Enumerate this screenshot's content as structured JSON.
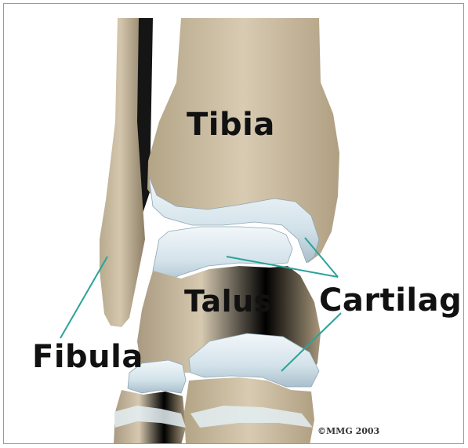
{
  "labels": {
    "tibia": "Tibia",
    "talus": "Talus",
    "cartilage": "Cartilage",
    "fibula": "Fibula"
  },
  "copyright": "©MMG 2003",
  "colors": {
    "bone": "#cdbfa5",
    "cartilage": "#dce8ef",
    "pointer_line": "#2aa39a",
    "label_text": "#111111"
  }
}
